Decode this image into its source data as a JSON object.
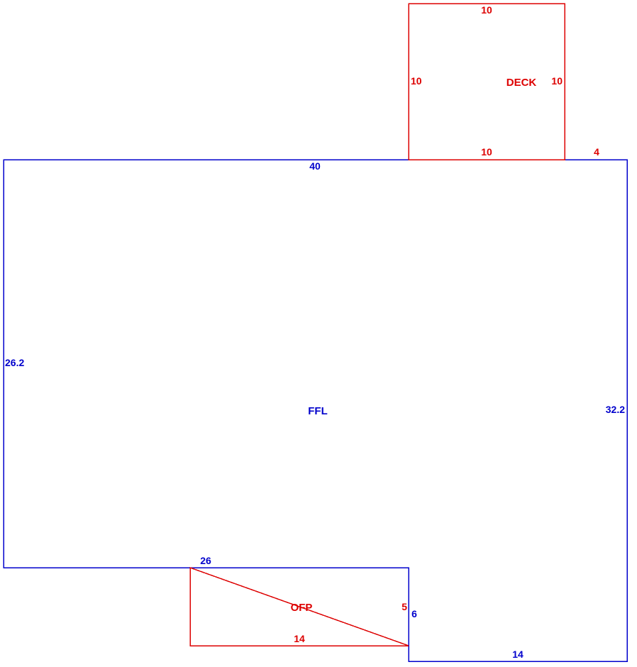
{
  "colors": {
    "main_area": "#0000cc",
    "attached_area": "#dd0000"
  },
  "areas": {
    "ffl": {
      "name": "FFL",
      "dims": {
        "top": "40",
        "left": "26.2",
        "right": "32.2",
        "step_top": "26",
        "step_right": "6",
        "bottom": "14"
      }
    },
    "deck": {
      "name": "DECK",
      "dims": {
        "top": "10",
        "left": "10",
        "right": "10",
        "bottom": "10",
        "offset": "4"
      }
    },
    "ofp": {
      "name": "OFP",
      "dims": {
        "right": "5",
        "bottom": "14"
      }
    }
  }
}
